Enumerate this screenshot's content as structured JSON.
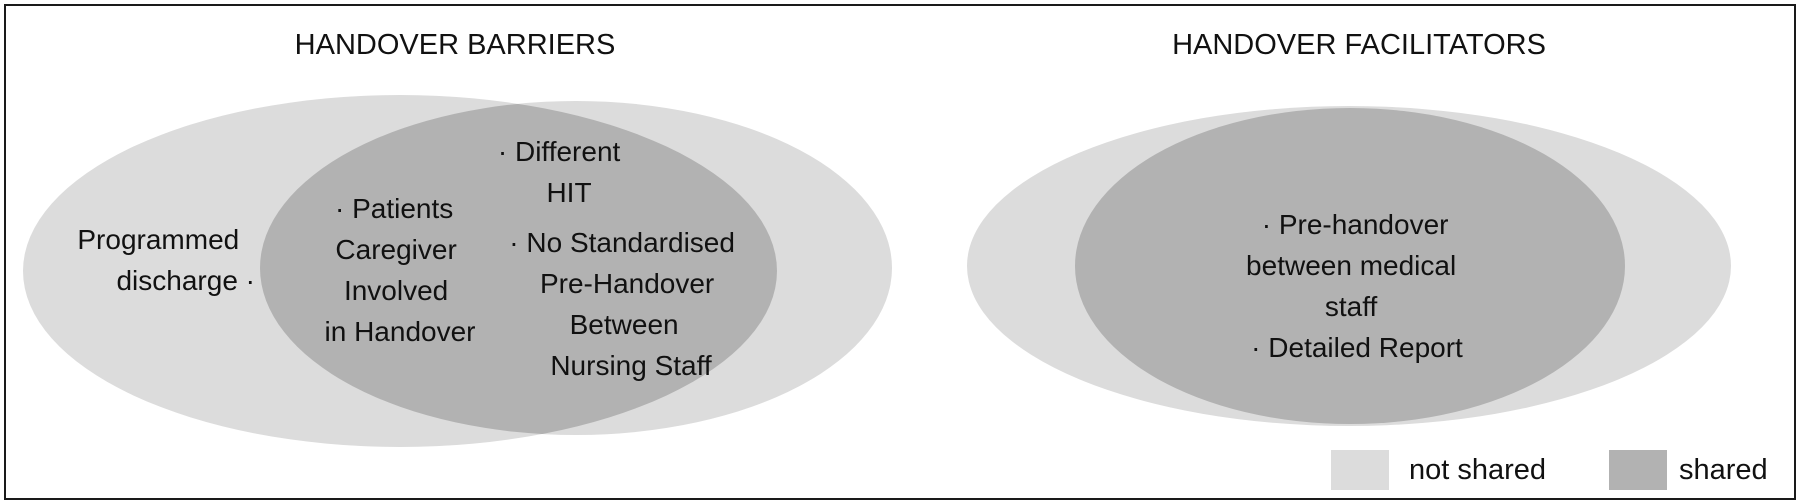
{
  "colors": {
    "not_shared": "#dcdcdc",
    "shared": "#b2b2b2",
    "border": "#1a1a1a",
    "text": "#111111"
  },
  "barriers": {
    "title": "HANDOVER BARRIERS",
    "left_only": [
      "Programmed",
      "discharge ·"
    ],
    "shared_left": [
      "· Patients",
      "Caregiver",
      "Involved",
      "in Handover"
    ],
    "shared_top": [
      "· Different",
      "HIT"
    ],
    "shared_right": [
      "· No Standardised",
      "Pre-Handover",
      "Between",
      "Nursing Staff"
    ]
  },
  "facilitators": {
    "title": "HANDOVER FACILITATORS",
    "shared": [
      "· Pre-handover",
      "between medical",
      "staff",
      "· Detailed Report"
    ]
  },
  "legend": {
    "not_shared": "not shared",
    "shared": "shared"
  }
}
